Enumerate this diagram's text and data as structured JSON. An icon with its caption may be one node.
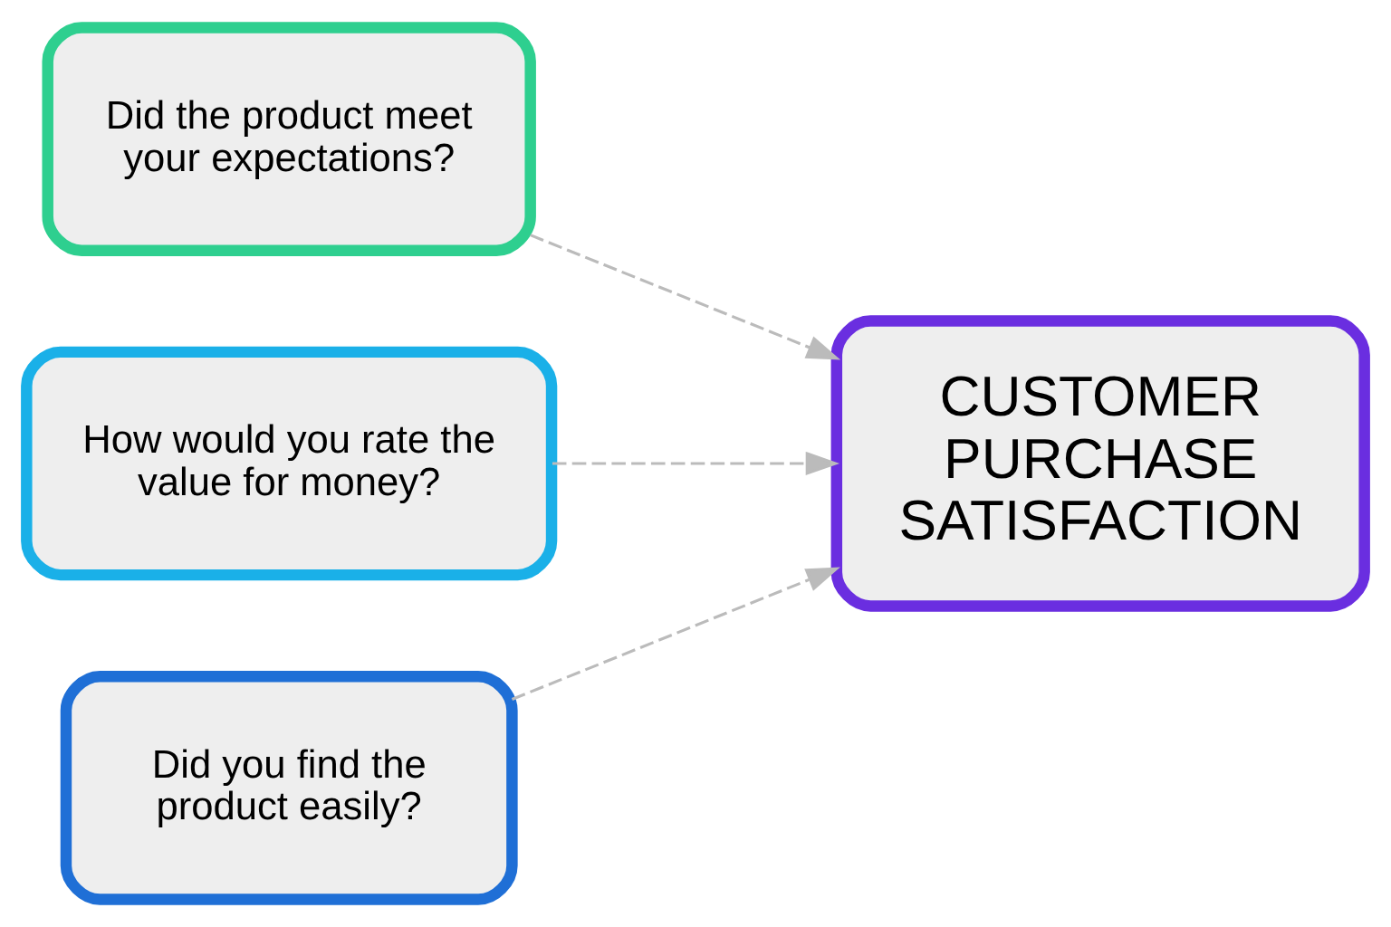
{
  "diagram": {
    "nodes": [
      {
        "text": [
          "Did the product meet your expectations?"
        ]
      },
      {
        "text": [
          "How would you rate the value for money?"
        ]
      },
      {
        "text": [
          "Did you find the product easily?"
        ]
      },
      {
        "text": [
          "CUSTOMER PURCHASE SATISFACTION"
        ]
      }
    ],
    "edges": [
      {
        "from": 0,
        "to": 3,
        "arrow": "to",
        "style": "dashed"
      },
      {
        "from": 1,
        "to": 3,
        "arrow": "to",
        "style": "dashed"
      },
      {
        "from": 2,
        "to": 3,
        "arrow": "to",
        "style": "dashed"
      }
    ]
  }
}
